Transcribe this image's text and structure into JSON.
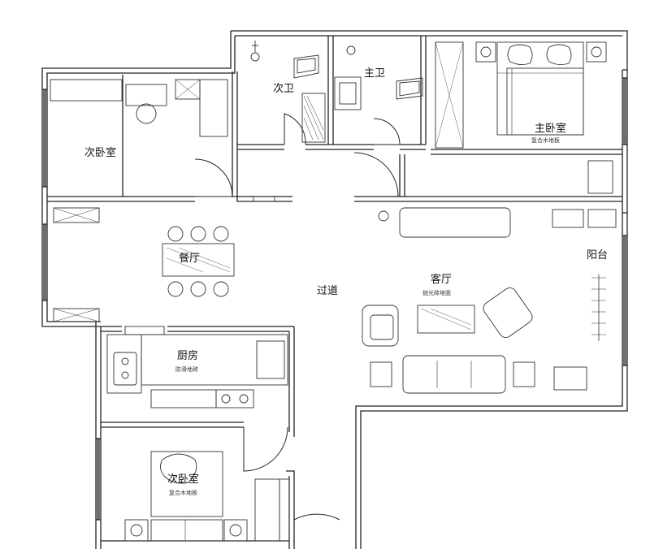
{
  "rooms": {
    "second_bath": "次卫",
    "master_bath": "主卫",
    "master_bedroom": "主卧室",
    "bedroom_north": "次卧室",
    "dining": "餐厅",
    "corridor": "过道",
    "living": "客厅",
    "balcony": "阳台",
    "kitchen": "厨房",
    "bedroom_south": "次卧室"
  },
  "annotations": {
    "master_bedroom_floor": "复合木地板",
    "living_floor": "抛光砖地面",
    "kitchen_floor": "防滑地砖",
    "bedroom_south_floor": "复合木地板"
  },
  "colors": {
    "wall": "#222222",
    "fixture": "#333333",
    "furniture": "#444444"
  }
}
